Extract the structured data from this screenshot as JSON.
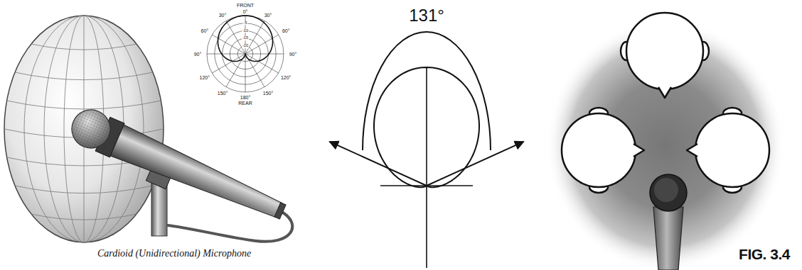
{
  "diagram": {
    "labels": [
      "FRONT",
      "0°",
      "-5",
      "-10",
      "-15",
      "-20",
      "30°",
      "30°",
      "60°",
      "60°",
      "90°",
      "90°",
      "120°",
      "120°",
      "150°",
      "150°",
      "180°",
      "REAR",
      "Cardioid (Unidirectional) Microphone",
      "131°",
      "FIG. 3.4"
    ]
  }
}
